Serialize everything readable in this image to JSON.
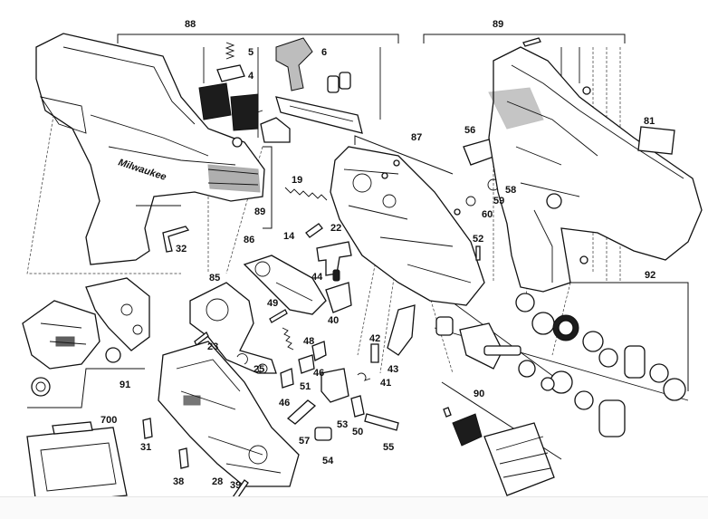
{
  "callouts": {
    "c88": "88",
    "c89_top": "89",
    "c5": "5",
    "c4": "4",
    "c6": "6",
    "c19": "19",
    "c89_side": "89",
    "c14": "14",
    "c22": "22",
    "c87": "87",
    "c56": "56",
    "c58": "58",
    "c59": "59",
    "c60": "60",
    "c81": "81",
    "c52": "52",
    "c32": "32",
    "c86": "86",
    "c44": "44",
    "c92": "92",
    "c85": "85",
    "c49": "49",
    "c40": "40",
    "c42": "42",
    "c48": "48",
    "c23": "23",
    "c43": "43",
    "c46a": "46",
    "c25": "25",
    "c41": "41",
    "c51": "51",
    "c91": "91",
    "c46b": "46",
    "c90": "90",
    "c53": "53",
    "c50": "50",
    "c700": "700",
    "c57": "57",
    "c55": "55",
    "c31": "31",
    "c54": "54",
    "c38": "38",
    "c28": "28",
    "c39": "39"
  },
  "brand_text": "Milwaukee"
}
